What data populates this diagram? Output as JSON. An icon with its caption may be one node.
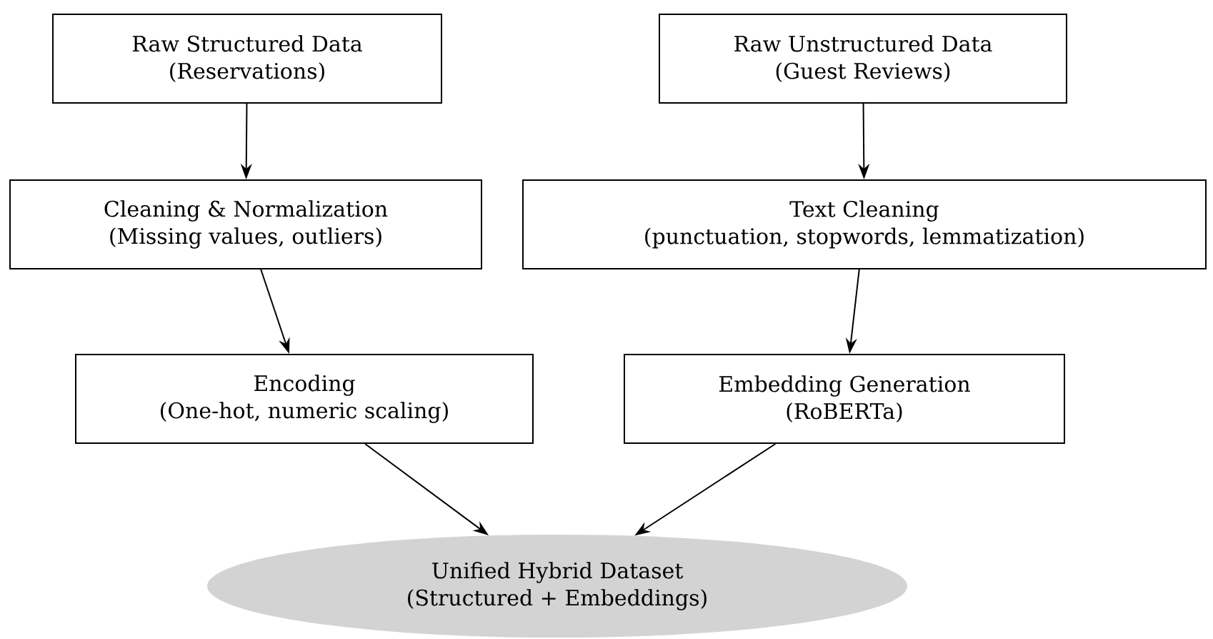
{
  "diagram": {
    "nodes": [
      {
        "text": [
          "Raw Structured Data",
          "(Reservations)"
        ]
      },
      {
        "text": [
          "Raw Unstructured Data",
          "(Guest Reviews)"
        ]
      },
      {
        "text": [
          "Cleaning & Normalization",
          "(Missing values, outliers)"
        ]
      },
      {
        "text": [
          "Text Cleaning",
          "(punctuation, stopwords, lemmatization)"
        ]
      },
      {
        "text": [
          "Encoding",
          "(One-hot, numeric scaling)"
        ]
      },
      {
        "text": [
          "Embedding Generation",
          "(RoBERTa)"
        ]
      },
      {
        "text": [
          "Unified Hybrid Dataset",
          "(Structured + Embeddings)"
        ]
      }
    ],
    "edges": [
      {
        "from": 0,
        "to": 2,
        "arrow": "to"
      },
      {
        "from": 1,
        "to": 3,
        "arrow": "to"
      },
      {
        "from": 2,
        "to": 4,
        "arrow": "to"
      },
      {
        "from": 3,
        "to": 5,
        "arrow": "to"
      },
      {
        "from": 4,
        "to": 6,
        "arrow": "to"
      },
      {
        "from": 5,
        "to": 6,
        "arrow": "to"
      }
    ]
  }
}
